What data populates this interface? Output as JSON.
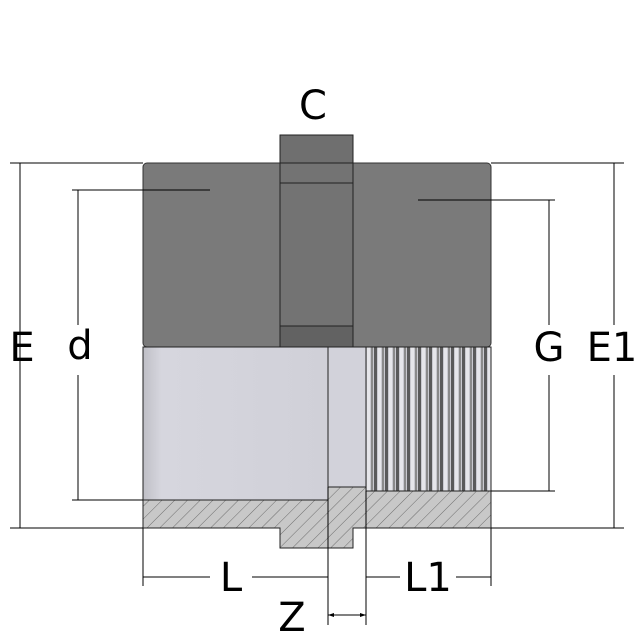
{
  "labels": {
    "C": "C",
    "E": "E",
    "d": "d",
    "G": "G",
    "E1": "E1",
    "L": "L",
    "L1": "L1",
    "Z": "Z"
  },
  "colors": {
    "body": "#7a7a7a",
    "bore": "#d4d4dc",
    "hatch": "#c8c8c8",
    "hex_dark": "#666666"
  }
}
